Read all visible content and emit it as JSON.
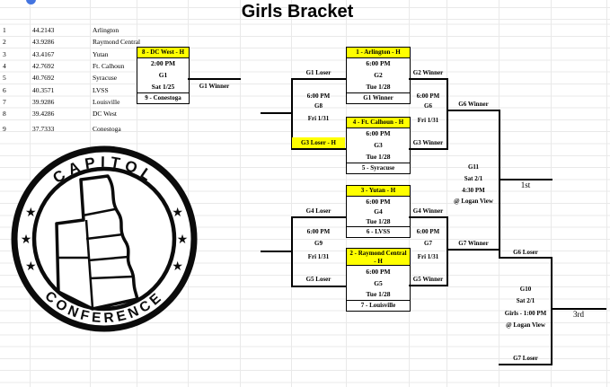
{
  "title": "Girls Bracket",
  "seeds": [
    {
      "num": "1",
      "rating": "44.2143",
      "team": "Arlington"
    },
    {
      "num": "2",
      "rating": "43.9286",
      "team": "Raymond Central"
    },
    {
      "num": "3",
      "rating": "43.4167",
      "team": "Yutan"
    },
    {
      "num": "4",
      "rating": "42.7692",
      "team": "Ft. Calhoun"
    },
    {
      "num": "5",
      "rating": "40.7692",
      "team": "Syracuse"
    },
    {
      "num": "6",
      "rating": "40.3571",
      "team": "LVSS"
    },
    {
      "num": "7",
      "rating": "39.9286",
      "team": "Louisville"
    },
    {
      "num": "8",
      "rating": "39.4286",
      "team": "DC West"
    },
    {
      "num": "9",
      "rating": "37.7333",
      "team": "Conestoga"
    }
  ],
  "games": {
    "g1": {
      "home": "8 - DC West - H",
      "time": "2:00 PM",
      "name": "G1",
      "date": "Sat 1/25",
      "visitor": "9 - Conestoga"
    },
    "g2": {
      "home": "1 - Arlington - H",
      "time": "6:00 PM",
      "name": "G2",
      "date": "Tue 1/28",
      "visitor": "G1 Winner"
    },
    "g3": {
      "home": "4 - Ft. Calhoun - H",
      "time": "6:00 PM",
      "name": "G3",
      "date": "Tue 1/28",
      "visitor": "5 - Syracuse"
    },
    "g4": {
      "home": "3 - Yutan - H",
      "time": "6:00 PM",
      "name": "G4",
      "date": "Tue 1/28",
      "visitor": "6 - LVSS"
    },
    "g5": {
      "home": "2 - Raymond Central - H",
      "time": "6:00 PM",
      "name": "G5",
      "date": "Tue 1/28",
      "visitor": "7 - Louisville"
    },
    "g6": {
      "time": "6:00 PM",
      "name": "G6",
      "date": "Fri 1/31"
    },
    "g7": {
      "time": "6:00 PM",
      "name": "G7",
      "date": "Fri 1/31"
    },
    "g8": {
      "time": "6:00 PM",
      "name": "G8",
      "date": "Fri 1/31"
    },
    "g9": {
      "time": "6:00 PM",
      "name": "G9",
      "date": "Fri 1/31"
    },
    "g10": {
      "name": "G10",
      "date": "Sat 2/1",
      "time": "Girls - 1:00 PM",
      "venue": "@ Logan View"
    },
    "g11": {
      "name": "G11",
      "date": "Sat 2/1",
      "time": "4:30 PM",
      "venue": "@ Logan View"
    }
  },
  "labels": {
    "g1_winner": "G1 Winner",
    "g1_loser": "G1 Loser",
    "g2_winner": "G2 Winner",
    "g3_winner": "G3 Winner",
    "g3_loser": "G3 Loser - H",
    "g4_winner": "G4 Winner",
    "g4_loser": "G4 Loser",
    "g5_winner": "G5 Winner",
    "g5_loser": "G5 Loser",
    "g6_winner": "G6 Winner",
    "g6_loser": "G6 Loser",
    "g7_winner": "G7 Winner",
    "g7_loser": "G7 Loser",
    "first_place": "1st",
    "third_place": "3rd"
  },
  "logo": {
    "arc_top": "CAPITOL",
    "arc_bottom": "CONFERENCE",
    "star": "★"
  },
  "colors": {
    "highlight": "#FFFF00",
    "grid_line": "#E9E9E9",
    "bracket_line": "#000000",
    "cursor": "#4374E0"
  }
}
